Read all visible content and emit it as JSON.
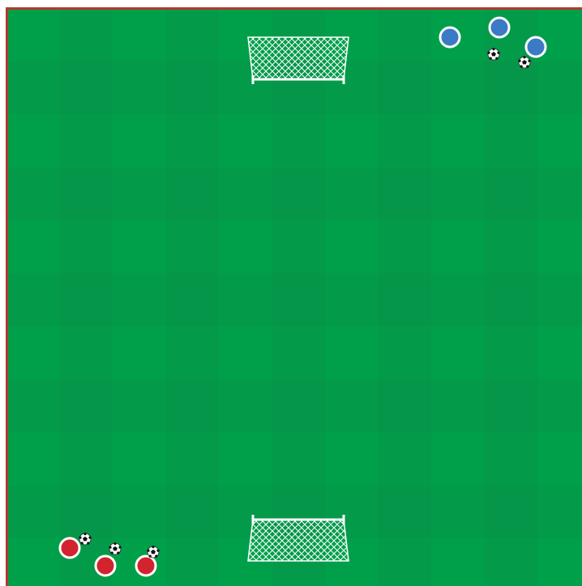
{
  "diagram": {
    "colors": {
      "pitch_light": "#00a04a",
      "pitch_dark": "#06954a",
      "border": "#b23a2e",
      "net": "#ffffff",
      "team_blue": "#3b7ac4",
      "team_red": "#d3232e",
      "player_outline": "#ffffff",
      "ball": "#ffffff"
    },
    "goals": [
      {
        "id": "top-goal",
        "icon": "goal-net-icon",
        "facing": "down"
      },
      {
        "id": "bottom-goal",
        "icon": "goal-net-icon",
        "facing": "up"
      }
    ],
    "teams": [
      {
        "id": "blue-team",
        "color": "team_blue",
        "players": 3,
        "balls": 2,
        "corner": "top-right"
      },
      {
        "id": "red-team",
        "color": "team_red",
        "players": 3,
        "balls": 3,
        "corner": "bottom-left"
      }
    ]
  }
}
